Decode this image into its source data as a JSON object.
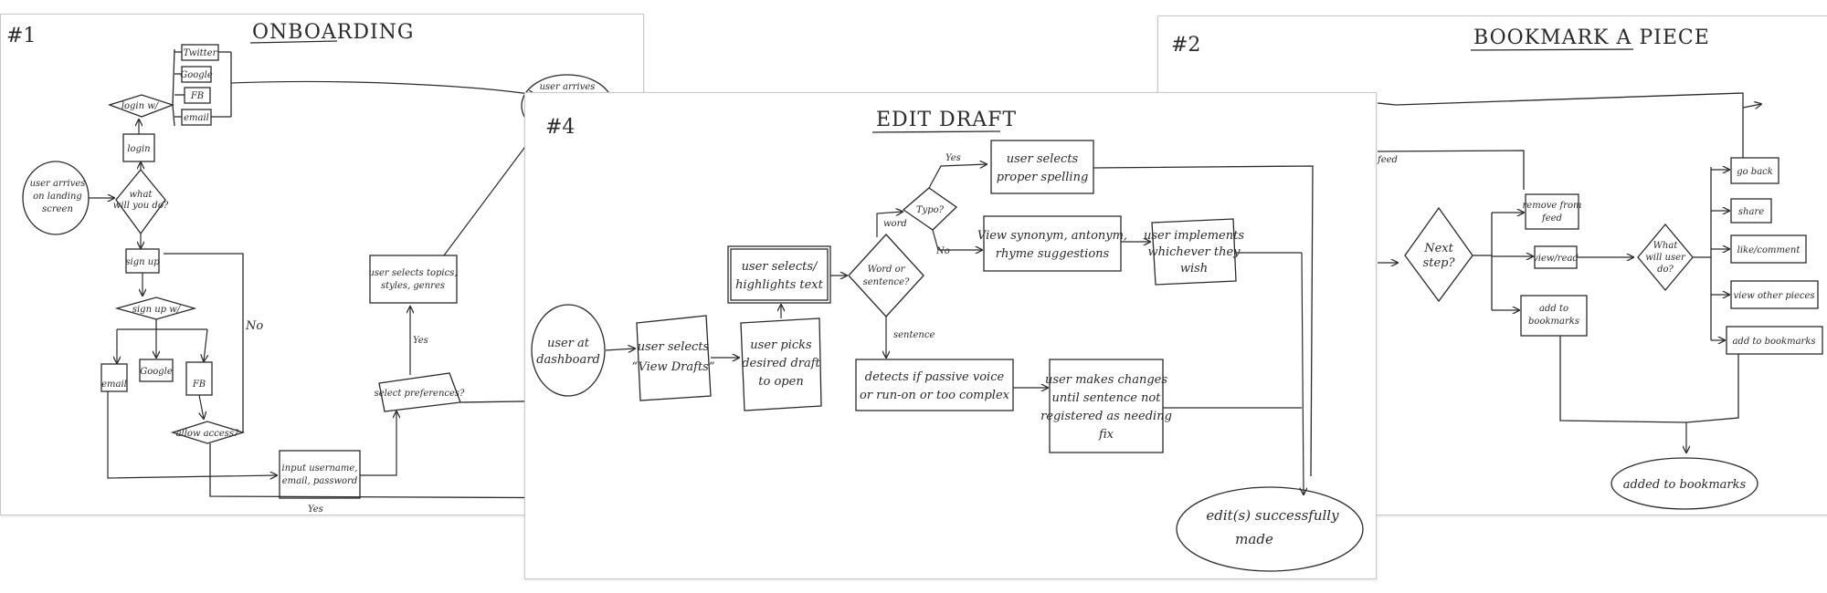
{
  "sheet1": {
    "number": "#1",
    "title": "ONBOARDING",
    "nodes": {
      "start": [
        "user arrives",
        "on landing",
        "screen"
      ],
      "decision": [
        "what",
        "will you do?"
      ],
      "login": "login",
      "login_with": "login w/",
      "twitter": "Twitter",
      "google": "Google",
      "fb": "FB",
      "email": "email",
      "signup": "sign up",
      "signup_with": "sign up w/",
      "email2": "email",
      "google2": "Google",
      "fb2": "FB",
      "allow": "allow access?",
      "input": [
        "input username,",
        "email, password"
      ],
      "prefs": "select preferences?",
      "topics": [
        "user selects topics,",
        "styles, genres"
      ],
      "end": "user arrives"
    },
    "labels": {
      "no": "No",
      "yes": "Yes",
      "yes2": "Yes"
    }
  },
  "sheet2": {
    "number": "#2",
    "title": "BOOKMARK A PIECE",
    "nodes": {
      "feed_label": "feed",
      "next": [
        "Next",
        "step?"
      ],
      "remove": [
        "remove from",
        "feed"
      ],
      "view": "view/read",
      "add": [
        "add to",
        "bookmarks"
      ],
      "what": [
        "What",
        "will user",
        "do?"
      ],
      "go_back": "go back",
      "share": "share",
      "like": "like/comment",
      "view_other": "view other pieces",
      "add2": "add to bookmarks",
      "end": "added to bookmarks"
    }
  },
  "sheet4": {
    "number": "#4",
    "title": "EDIT DRAFT",
    "nodes": {
      "start": [
        "user at",
        "dashboard"
      ],
      "select_drafts": [
        "user selects",
        "“View Drafts”"
      ],
      "pick": [
        "user picks",
        "desired draft",
        "to open"
      ],
      "highlight": [
        "user selects/",
        "highlights text"
      ],
      "word": [
        "Word or",
        "sentence?"
      ],
      "typo": "Typo?",
      "spelling": [
        "user selects",
        "proper spelling"
      ],
      "synonym": [
        "View synonym, antonym,",
        "rhyme suggestions"
      ],
      "implement": [
        "user implements",
        "whichever they",
        "wish"
      ],
      "detect": [
        "detects if passive voice",
        "or run-on or too complex"
      ],
      "changes": [
        "user makes changes",
        "until sentence not",
        "registered as needing",
        "fix"
      ],
      "end": [
        "edit(s) successfully",
        "made"
      ]
    },
    "labels": {
      "yes": "Yes",
      "no": "No",
      "word": "word",
      "sentence": "sentence"
    }
  }
}
